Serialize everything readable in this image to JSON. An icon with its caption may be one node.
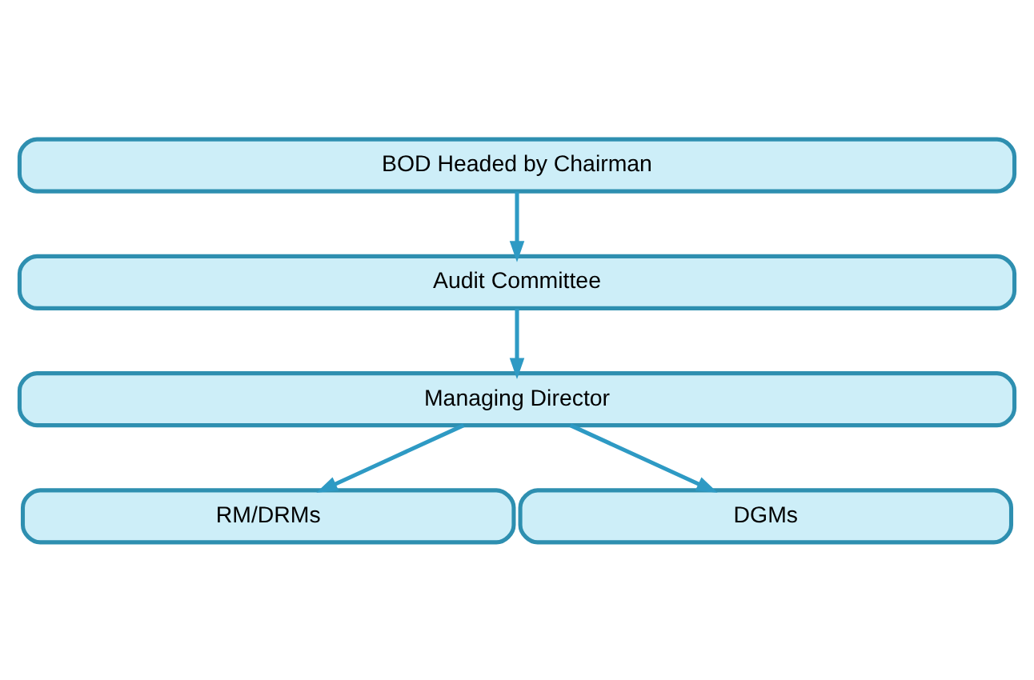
{
  "diagram": {
    "nodes": [
      {
        "text": [
          "BOD Headed by Chairman"
        ]
      },
      {
        "text": [
          "Audit Committee"
        ]
      },
      {
        "text": [
          "Managing Director"
        ]
      },
      {
        "text": [
          "RM/DRMs"
        ]
      },
      {
        "text": [
          "DGMs"
        ]
      }
    ],
    "edges": [
      {
        "from": 0,
        "to": 1,
        "arrow": "to"
      },
      {
        "from": 1,
        "to": 2,
        "arrow": "to"
      },
      {
        "from": 2,
        "to": 3,
        "arrow": "to"
      },
      {
        "from": 2,
        "to": 4,
        "arrow": "to"
      }
    ]
  }
}
